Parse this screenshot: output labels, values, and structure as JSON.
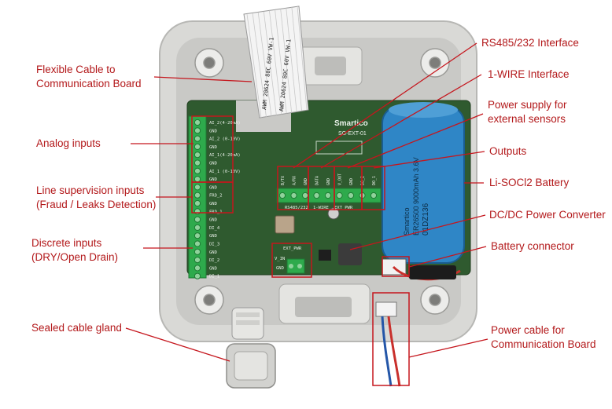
{
  "labels": {
    "flex_cable": [
      "Flexible Cable to",
      "Communication Board"
    ],
    "analog": [
      "Analog inputs"
    ],
    "line_sup": [
      "Line supervision inputs",
      "(Fraud / Leaks Detection)"
    ],
    "discrete": [
      "Discrete inputs",
      "(DRY/Open Drain)"
    ],
    "gland": [
      "Sealed cable gland"
    ],
    "rs485": [
      "RS485/232 Interface"
    ],
    "onewire": [
      "1-WIRE Interface"
    ],
    "power_supply": [
      "Power supply for",
      "external sensors"
    ],
    "outputs": [
      "Outputs"
    ],
    "battery": [
      "Li-SOCl2 Battery"
    ],
    "dcdc": [
      "DC/DC Power Converter"
    ],
    "bat_conn": [
      "Battery connector"
    ],
    "power_cable": [
      "Power cable for",
      "Communication Board"
    ]
  },
  "board": {
    "logo": "Smartico",
    "model": "SG-EXT-01",
    "analog_pins": [
      "AI_2(4-20mA)",
      "GND",
      "AI_2 (0-10V)",
      "GND",
      "AI_1(4-20mA)",
      "GND",
      "AI_1 (0-10V)",
      "GND"
    ],
    "fraud_pins": [
      "GND",
      "FRD_2",
      "GND",
      "FRD_1"
    ],
    "di_pins": [
      "GND",
      "DI_4",
      "GND",
      "DI_3",
      "GND",
      "DI_2",
      "GND",
      "DI_1"
    ],
    "top_pins": [
      "B/TX",
      "A/RX",
      "GND",
      "DATA",
      "GND",
      "V_OUT",
      "GND",
      "DO_2",
      "DO_1"
    ],
    "group_labels": [
      "RS485/232",
      "1-WIRE",
      "EXT_PWR"
    ],
    "ext_pwr": [
      "EXT_PWR",
      "V_IN",
      "GND"
    ],
    "cable_text": [
      "AWM 20624 80C 60V VW-1",
      "AWM 20624 80C 60V VW-1"
    ]
  },
  "battery": {
    "brand": "Smartico",
    "model": "ER26500 9000mAh 3.6V",
    "code": "01DZ136"
  },
  "colors": {
    "label": "#b3191b",
    "pcb": "#2f5a2f",
    "terminal": "#2eaa4c",
    "battery": "#2f86c6",
    "enclosure": "#d9d9d6"
  }
}
